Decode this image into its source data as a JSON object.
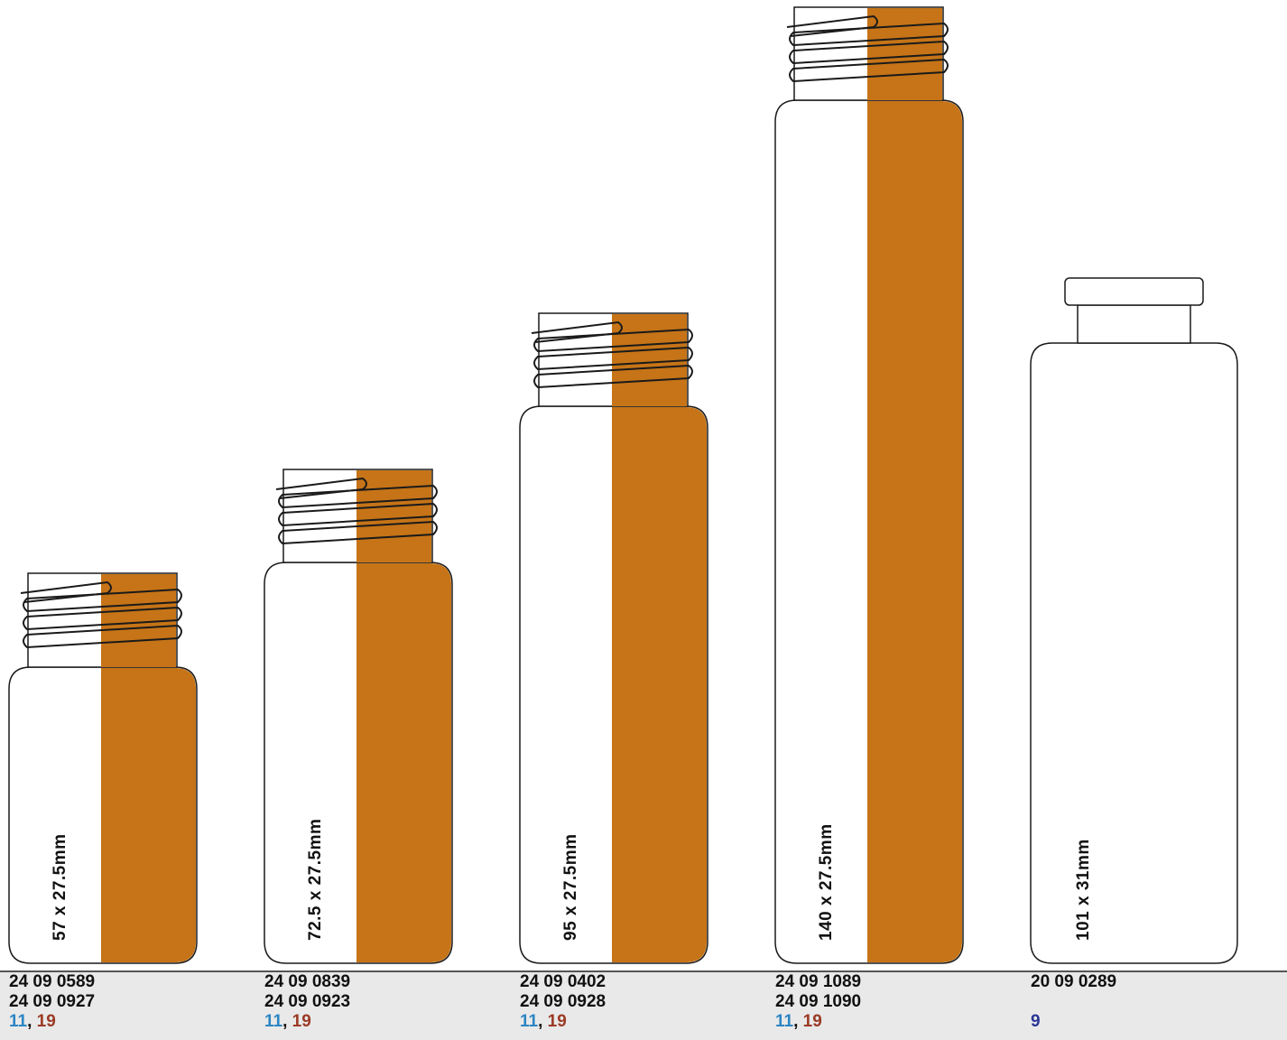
{
  "colors": {
    "amber": "#c67417",
    "outline": "#1a1a1a",
    "footer_bg": "#e9e9e9",
    "ref_blue": "#2c86c4",
    "ref_red": "#9b3a24",
    "ref_navy": "#2a3596"
  },
  "vials": [
    {
      "id": "vial-57",
      "label": "57 x 27.5mm",
      "amber": true,
      "closure": "screw-thread",
      "codes": [
        "24 09 0589",
        "24 09 0927"
      ],
      "refs": [
        "11",
        "19"
      ]
    },
    {
      "id": "vial-72",
      "label": "72.5 x 27.5mm",
      "amber": true,
      "closure": "screw-thread",
      "codes": [
        "24 09 0839",
        "24 09 0923"
      ],
      "refs": [
        "11",
        "19"
      ]
    },
    {
      "id": "vial-95",
      "label": "95 x 27.5mm",
      "amber": true,
      "closure": "screw-thread",
      "codes": [
        "24 09 0402",
        "24 09 0928"
      ],
      "refs": [
        "11",
        "19"
      ]
    },
    {
      "id": "vial-140",
      "label": "140 x 27.5mm",
      "amber": true,
      "closure": "screw-thread",
      "codes": [
        "24 09 1089",
        "24 09 1090"
      ],
      "refs": [
        "11",
        "19"
      ]
    },
    {
      "id": "vial-101",
      "label": "101 x 31mm",
      "amber": false,
      "closure": "crimp",
      "codes": [
        "20 09 0289"
      ],
      "refs": [
        "9"
      ]
    }
  ],
  "separator": ", "
}
